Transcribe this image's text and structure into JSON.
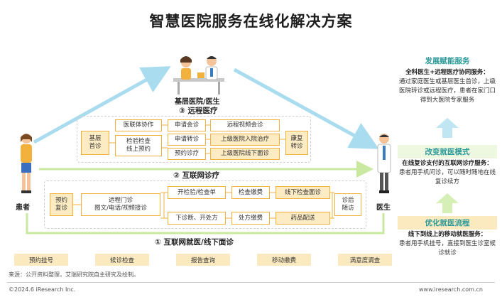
{
  "title": "智慧医院服务在线化解决方案",
  "nodes": {
    "primary_label": "基层医院/医生",
    "patient_label": "患者",
    "doctor_label": "医生"
  },
  "sections": {
    "remote": "③ 远程医疗",
    "internet": "② 互联网诊疗",
    "offline": "① 互联网就医/线下面诊"
  },
  "remote_boxes": {
    "primary_visit": "基层\n首诊",
    "alliance": "医联体协作",
    "exam_booking": "检验检查\n线上预约",
    "apply_consult": "申请会诊",
    "apply_transfer": "申请转诊",
    "book_diagnosis": "预约诊疗",
    "remote_video": "远程视频会诊",
    "upper_admit": "上级医院入院治疗",
    "upper_offline": "上级医院线下面诊",
    "rehab": "康复\n转诊"
  },
  "internet_boxes": {
    "booking_revisit": "预约\n复诊",
    "remote_clinic": "远程门诊\n图文/电话/视频接诊",
    "exam_order": "开检验/检查单",
    "exam_pay": "检查缴费",
    "offline_exam": "线下检查面诊",
    "diagnose_prescribe": "下诊断、开处方",
    "prescription_pay": "处方缴费",
    "drug_delivery": "药品配送",
    "followup": "诊后\n随访"
  },
  "bottom_bar": [
    "预约挂号",
    "候诊检查",
    "报告查询",
    "移动缴费",
    "满意度调查"
  ],
  "right_panel": {
    "h1": "发展赋能服务",
    "t1_bold": "全科医生+远程医疗协同服务：",
    "t1": "通过家庭医生或基层医生首诊，上级医院转诊或远程医疗，患者在家门口得到大医院专家服务",
    "h2": "改变就医模式",
    "t2_bold": "在线复诊支付的互联网诊疗服务：",
    "t2": "患者用手机问诊，可以随时随地在线复诊续方",
    "h3": "优化就医流程",
    "t3_bold": "线下到线上的移动就医服务：",
    "t3": "患者用手机挂号，直接到医生诊室候诊就诊"
  },
  "source": "来源：公开资料整理，艾瑞研究院自主研究及绘制。",
  "copyright": "©2024.6 iResearch Inc.",
  "website": "www.iresearch.com.cn",
  "colors": {
    "orange": "#f2b13c",
    "light_orange": "#fdebc3",
    "arrow_blue": "#a9dcef",
    "green": "#c9e8a0",
    "teal": "#2d9a9a"
  }
}
